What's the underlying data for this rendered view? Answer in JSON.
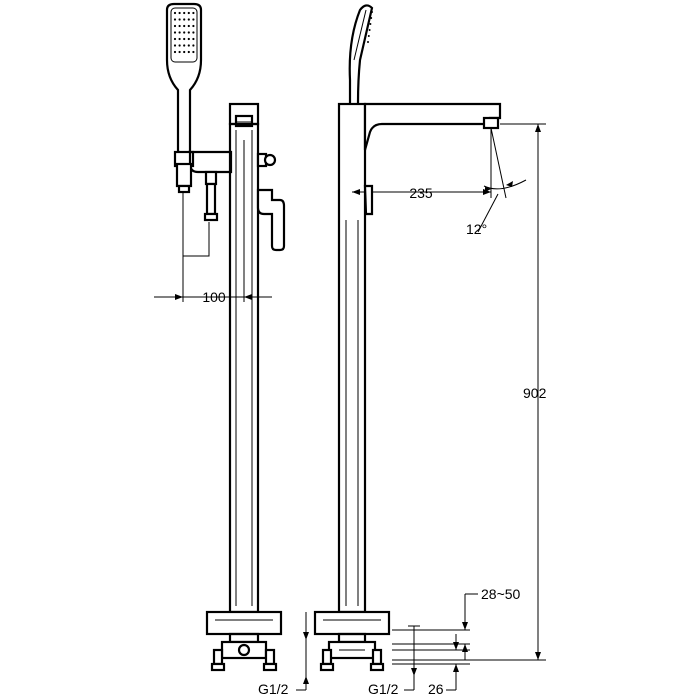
{
  "dimensions": {
    "handshower_offset": "100",
    "spout_reach": "235",
    "spout_angle": "12°",
    "total_height": "902",
    "inlet_height_range": "28~50",
    "inlet_thread_left": "G1/2",
    "inlet_thread_right": "G1/2",
    "inlet_spacing": "26"
  },
  "colors": {
    "line": "#000000",
    "background": "#ffffff"
  }
}
